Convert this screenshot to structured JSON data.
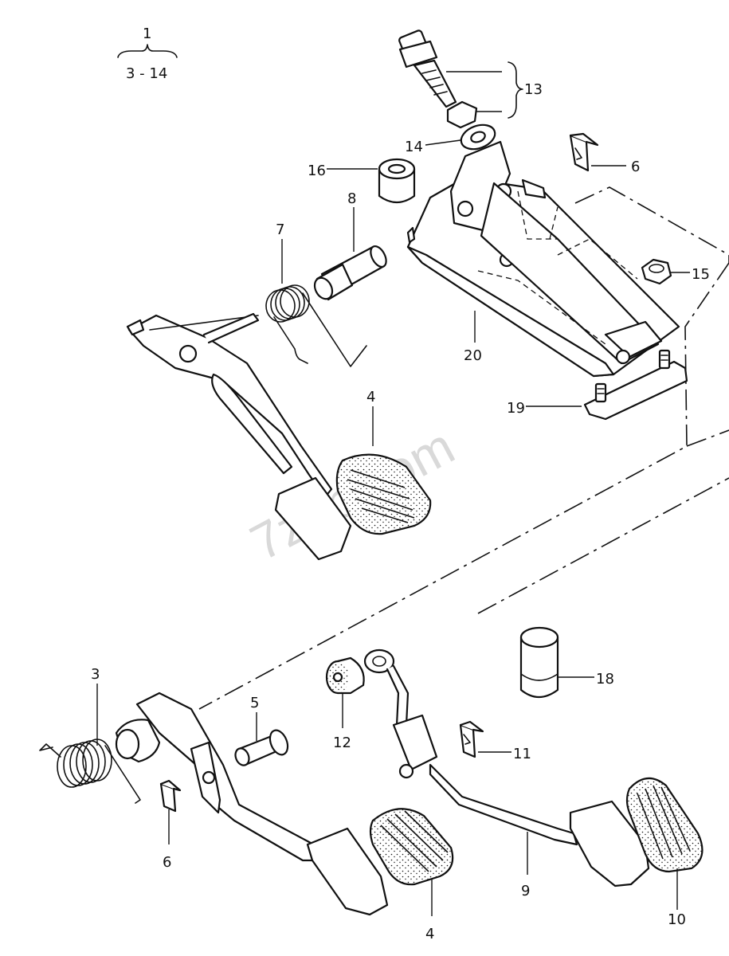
{
  "group": {
    "number": "1",
    "range": "3 - 14"
  },
  "watermark": "7zap.com",
  "callouts": {
    "c3": "3",
    "c4a": "4",
    "c4b": "4",
    "c5": "5",
    "c6a": "6",
    "c6b": "6",
    "c7": "7",
    "c8": "8",
    "c9": "9",
    "c10": "10",
    "c11": "11",
    "c12": "12",
    "c13": "13",
    "c14": "14",
    "c15": "15",
    "c16": "16",
    "c18": "18",
    "c19": "19",
    "c20": "20"
  }
}
